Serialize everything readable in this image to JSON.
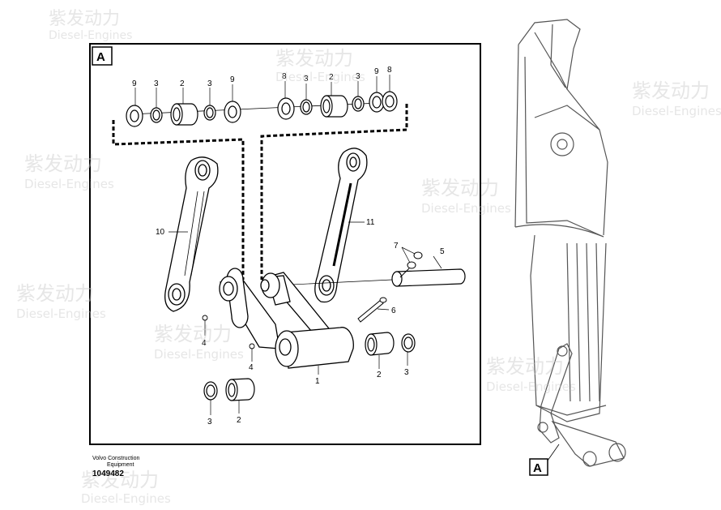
{
  "frame_label": "A",
  "inset_label": "A",
  "callouts": {
    "c1": "1",
    "c2a": "2",
    "c2b": "2",
    "c2c": "2",
    "c2d": "2",
    "c3a": "3",
    "c3b": "3",
    "c3c": "3",
    "c3d": "3",
    "c3e": "3",
    "c3f": "3",
    "c4a": "4",
    "c4b": "4",
    "c5": "5",
    "c6": "6",
    "c7": "7",
    "c8a": "8",
    "c8b": "8",
    "c9a": "9",
    "c9b": "9",
    "c9c": "9",
    "c10": "10",
    "c11": "11"
  },
  "caption": {
    "company_line1": "Volvo Construction",
    "company_line2": "Equipment",
    "drawing_number": "1049482"
  },
  "watermark": {
    "brand_cn": "紫发动力",
    "brand_en": "Diesel-Engines"
  }
}
